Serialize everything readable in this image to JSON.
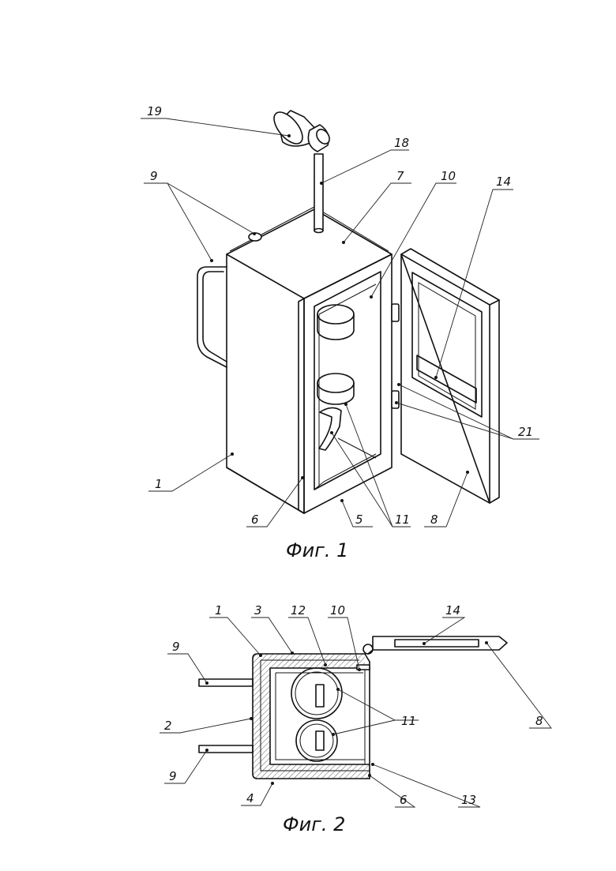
{
  "figure1": {
    "caption": "Фиг. 1",
    "labels": {
      "l19": "19",
      "l18": "18",
      "l9": "9",
      "l7": "7",
      "l10": "10",
      "l14": "14",
      "l21": "21",
      "l1": "1",
      "l6": "6",
      "l5": "5",
      "l11": "11",
      "l8": "8"
    }
  },
  "figure2": {
    "caption": "Фиг. 2",
    "labels": {
      "l1": "1",
      "l3": "3",
      "l12": "12",
      "l10": "10",
      "l14": "14",
      "l9a": "9",
      "l2": "2",
      "l11": "11",
      "l8": "8",
      "l9b": "9",
      "l4": "4",
      "l6": "6",
      "l13": "13"
    }
  }
}
